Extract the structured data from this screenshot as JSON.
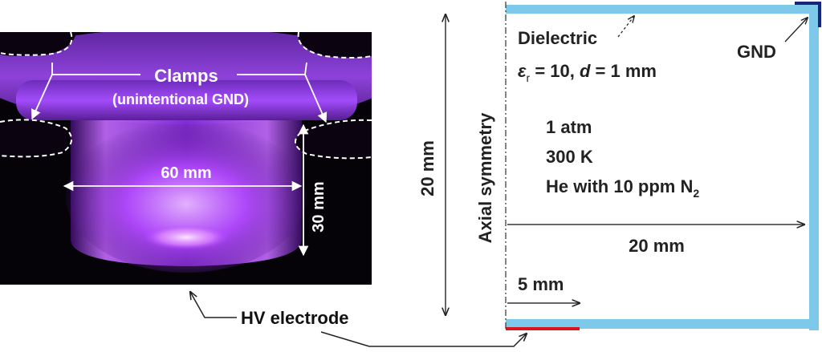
{
  "photo": {
    "clamps_label": "Clamps",
    "clamps_sublabel": "(unintentional GND)",
    "width_label": "60 mm",
    "height_label": "30 mm"
  },
  "hv_label": "HV electrode",
  "model": {
    "height_label": "20 mm",
    "axis_label": "Axial symmetry",
    "dielectric_label": "Dielectric",
    "eps_symbol": "ε",
    "eps_sub": "r",
    "eps_value": " = 10, ",
    "d_symbol": "d",
    "d_value": " = 1 mm",
    "gnd_label": "GND",
    "pressure": "1 atm",
    "temperature": "300 K",
    "gas_prefix": "He with 10 ppm N",
    "gas_sub": "2",
    "width_label": "20 mm",
    "electrode_label": "5 mm"
  },
  "colors": {
    "dielectric": "#7ec8ea",
    "electrode": "#d9141e",
    "ground": "#1a237e",
    "plasma": "#b040ff",
    "photo_bg": "#050208"
  }
}
